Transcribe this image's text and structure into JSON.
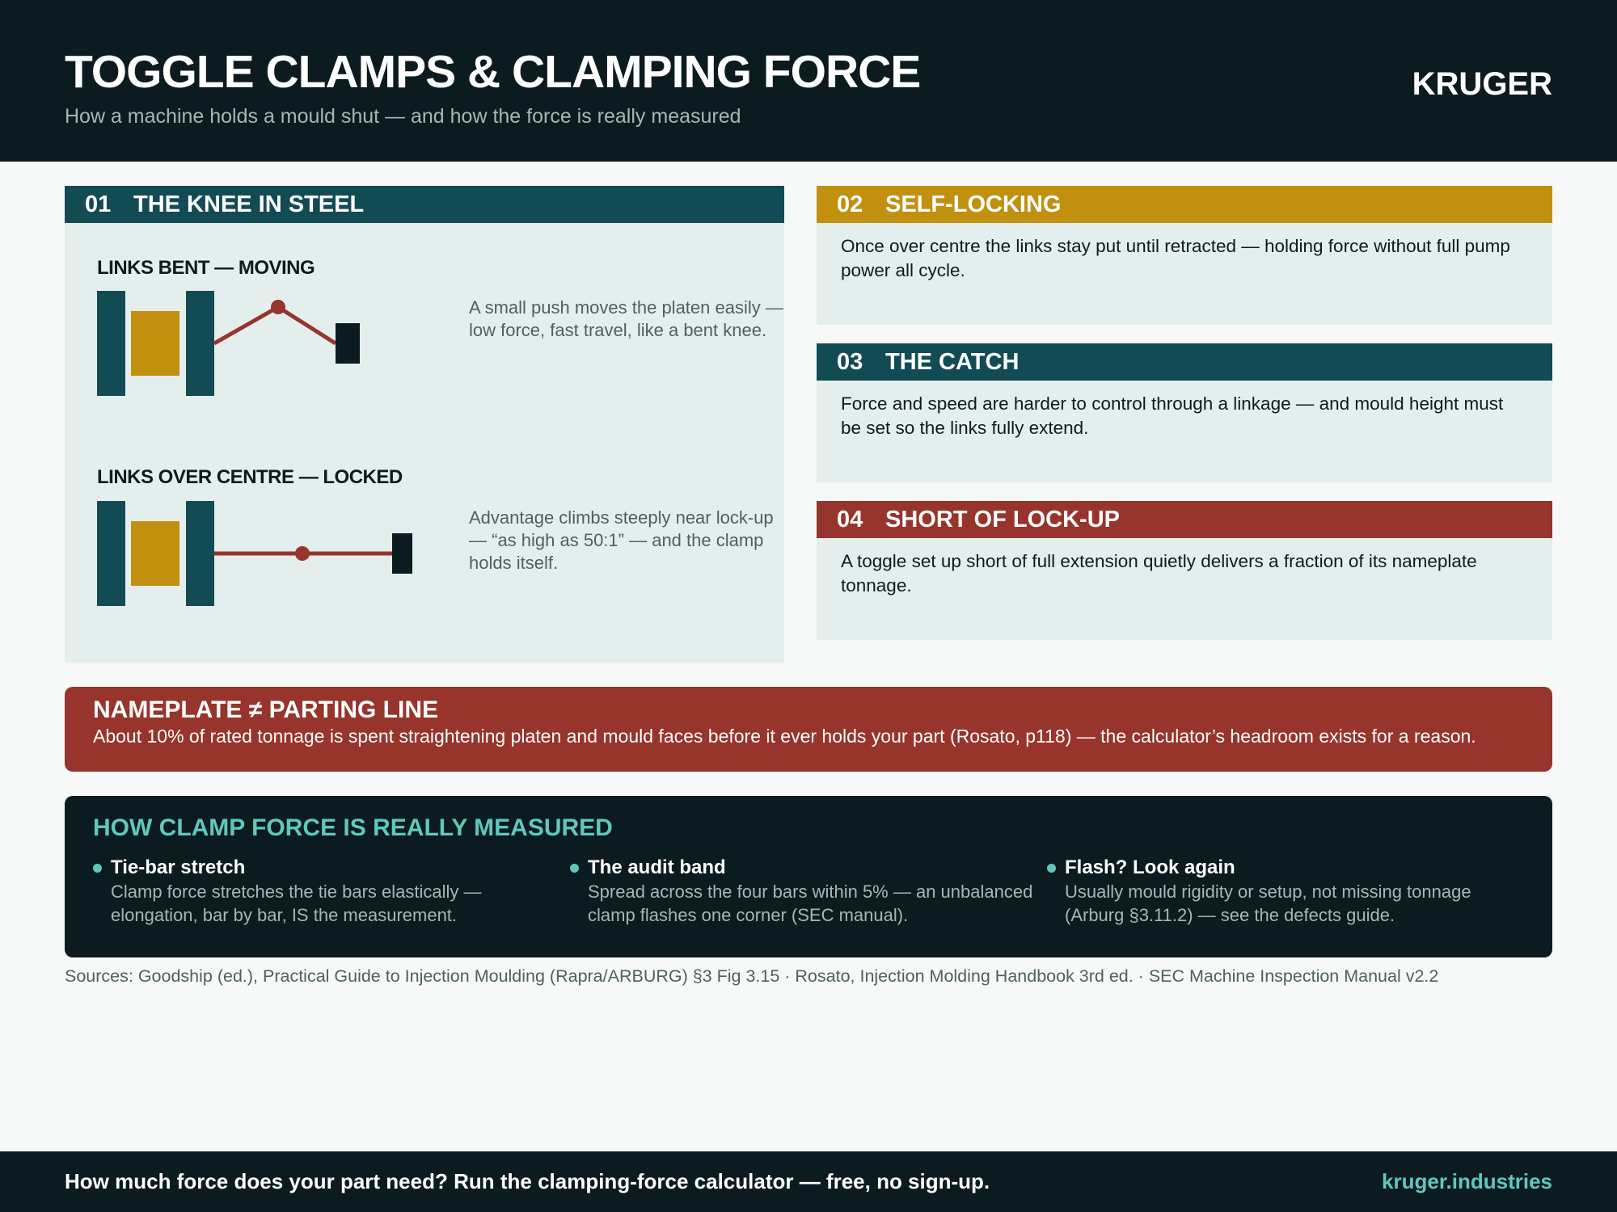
{
  "header": {
    "title": "TOGGLE CLAMPS & CLAMPING FORCE",
    "subtitle": "How a machine holds a mould shut — and how the force is really measured",
    "brand": "KRUGER"
  },
  "panels": [
    {
      "num": "01",
      "title": "THE KNEE IN STEEL",
      "diagrams": [
        {
          "label": "LINKS BENT — MOVING",
          "text": "A small push moves the platen easily — low force, fast travel, like a bent knee."
        },
        {
          "label": "LINKS OVER CENTRE — LOCKED",
          "text": "Advantage climbs steeply near lock-up — “as high as 50:1” — and the clamp holds itself."
        }
      ]
    },
    {
      "num": "02",
      "title": "SELF-LOCKING",
      "text": "Once over centre the links stay put until retracted — holding force without full pump power all cycle."
    },
    {
      "num": "03",
      "title": "THE CATCH",
      "text": "Force and speed are harder to control through a linkage — and mould height must be set so the links fully extend."
    },
    {
      "num": "04",
      "title": "SHORT OF LOCK-UP",
      "text": "A toggle set up short of full extension quietly delivers a fraction of its nameplate tonnage."
    }
  ],
  "callout": {
    "title": "NAMEPLATE ≠ PARTING LINE",
    "text": "About 10% of rated tonnage is spent straightening platen and mould faces before it ever holds your part (Rosato, p118) — the calculator’s headroom exists for a reason."
  },
  "measure": {
    "title": "HOW CLAMP FORCE IS REALLY MEASURED",
    "items": [
      {
        "head": "Tie-bar stretch",
        "text": "Clamp force stretches the tie bars elastically — elongation, bar by bar, IS the measurement."
      },
      {
        "head": "The audit band",
        "text": "Spread across the four bars within 5% — an unbalanced clamp flashes one corner (SEC manual)."
      },
      {
        "head": "Flash? Look again",
        "text": "Usually mould rigidity or setup, not missing tonnage (Arburg §3.11.2) — see the defects guide."
      }
    ]
  },
  "sources": "Sources: Goodship (ed.), Practical Guide to Injection Moulding (Rapra/ARBURG) §3 Fig 3.15 · Rosato, Injection Molding Handbook 3rd ed. · SEC Machine Inspection Manual v2.2",
  "footer": {
    "cta": "How much force does your part need? Run the clamping-force calculator — free, no sign-up.",
    "site": "kruger.industries"
  },
  "colors": {
    "ink": "#0c1b20",
    "teal": "#134b55",
    "gold": "#c1900f",
    "rust": "#97342c",
    "mint": "#5ec9bb",
    "panel_bg": "#e4efed"
  }
}
